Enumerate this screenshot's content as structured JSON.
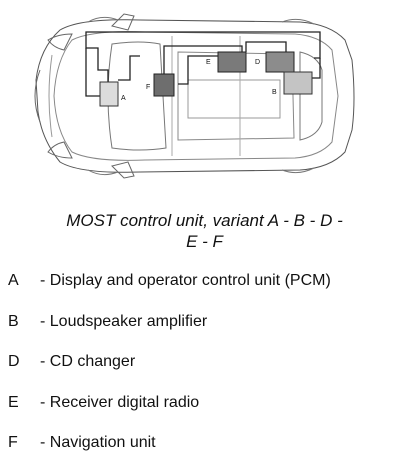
{
  "diagram": {
    "units": [
      {
        "letter": "A",
        "shade": "#dcdcdc"
      },
      {
        "letter": "F",
        "shade": "#6e6e6e"
      },
      {
        "letter": "E",
        "shade": "#7a7a7a"
      },
      {
        "letter": "D",
        "shade": "#8c8c8c"
      },
      {
        "letter": "B",
        "shade": "#c4c4c4"
      }
    ]
  },
  "caption": {
    "line1": "MOST control unit, variant A - B - D -",
    "line2": "E - F"
  },
  "legend": [
    {
      "letter": "A",
      "desc": "- Display and operator control unit (PCM)"
    },
    {
      "letter": "B",
      "desc": "- Loudspeaker amplifier"
    },
    {
      "letter": "D",
      "desc": "- CD changer"
    },
    {
      "letter": "E",
      "desc": "- Receiver digital radio"
    },
    {
      "letter": "F",
      "desc": "- Navigation unit"
    }
  ]
}
